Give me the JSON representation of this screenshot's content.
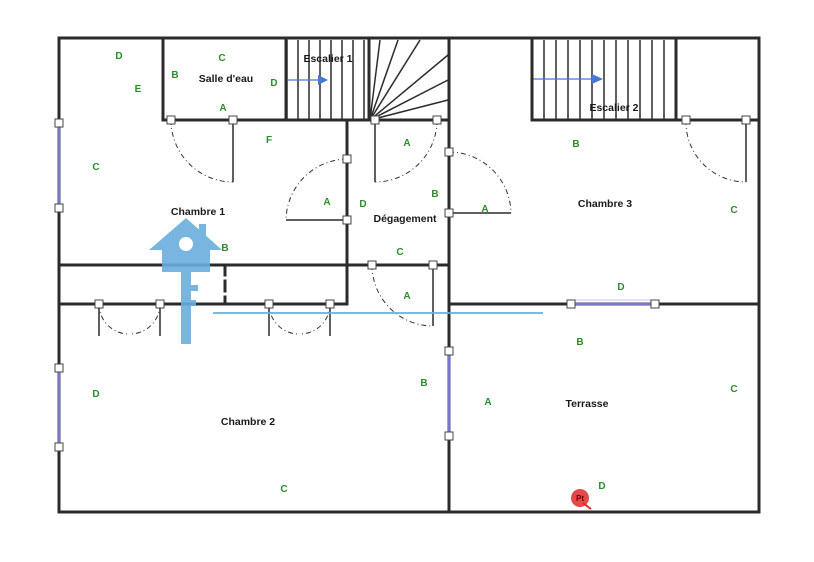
{
  "colors": {
    "wall": "#2b2b2b",
    "letter": "#2e8b2e",
    "window": "#7a78c8",
    "arrow": "#4a78d0",
    "key": "#6aaedc",
    "marker": "#e02a2a"
  },
  "icons": [
    "house-key-icon",
    "location-pin-icon",
    "stair-direction-arrow-icon"
  ],
  "rooms": {
    "salle_deau": "Salle d'eau",
    "escalier1": "Escalier 1",
    "escalier2": "Escalier 2",
    "chambre1": "Chambre 1",
    "chambre2": "Chambre 2",
    "chambre3": "Chambre 3",
    "degagement": "Dégagement",
    "terrasse": "Terrasse"
  },
  "wall_letters": {
    "ch1_D": "D",
    "ch1_E": "E",
    "ch1_C": "C",
    "ch1_B": "B",
    "sde_C": "C",
    "sde_B": "B",
    "sde_A": "A",
    "sde_D": "D",
    "F": "F",
    "deg_A1": "A",
    "deg_A2": "A",
    "deg_D": "D",
    "deg_B": "B",
    "deg_A3": "A",
    "deg_C": "C",
    "deg_A4": "A",
    "ch3_B": "B",
    "ch3_C": "C",
    "ch3_D": "D",
    "ter_B": "B",
    "ter_A": "A",
    "ter_C": "C",
    "ter_D": "D",
    "ch2_D": "D",
    "ch2_B": "B",
    "ch2_C": "C"
  },
  "marker_label": "Pt"
}
